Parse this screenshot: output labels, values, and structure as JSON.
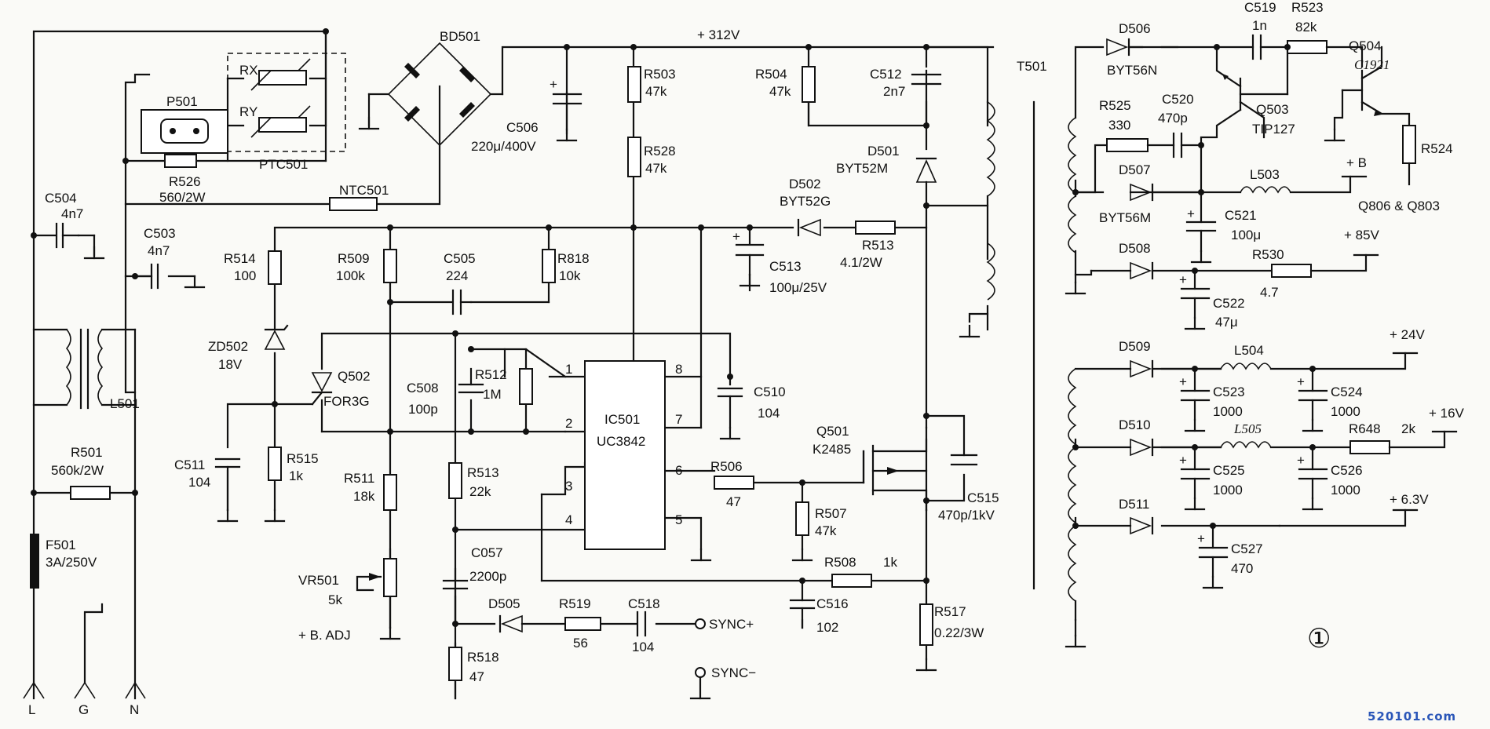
{
  "labels": {
    "bd501": "BD501",
    "v312": "+ 312V",
    "t501": "T501",
    "rx": "RX",
    "ry": "RY",
    "p501": "P501",
    "ptc501": "PTC501",
    "r526": "R526",
    "r526v": "560/2W",
    "c504": "C504",
    "c504v": "4n7",
    "c503": "C503",
    "c503v": "4n7",
    "ntc501": "NTC501",
    "c506": "C506",
    "c506v": "220μ/400V",
    "r503": "R503",
    "r503v": "47k",
    "r528": "R528",
    "r528v": "47k",
    "r504": "R504",
    "r504v": "47k",
    "c512": "C512",
    "c512v": "2n7",
    "d501": "D501",
    "d501v": "BYT52M",
    "d502": "D502",
    "d502v": "BYT52G",
    "r513a": "R513",
    "r513av": "4.1/2W",
    "c513": "C513",
    "c513v": "100μ/25V",
    "r514": "R514",
    "r514v": "100",
    "r509": "R509",
    "r509v": "100k",
    "c505": "C505",
    "c505v": "224",
    "r818": "R818",
    "r818v": "10k",
    "zd502": "ZD502",
    "zd502v": "18V",
    "q502": "Q502",
    "q502v": "FOR3G",
    "c508": "C508",
    "c508v": "100p",
    "r512": "R512",
    "r512v": "1M",
    "c510": "C510",
    "c510v": "104",
    "ic501": "IC501",
    "ic501v": "UC3842",
    "pin1": "1",
    "pin2": "2",
    "pin3": "3",
    "pin4": "4",
    "pin5": "5",
    "pin6": "6",
    "pin7": "7",
    "pin8": "8",
    "c511": "C511",
    "c511v": "104",
    "r515": "R515",
    "r515v": "1k",
    "r511": "R511",
    "r511v": "18k",
    "r513b": "R513",
    "r513bv": "22k",
    "r506": "R506",
    "r506v": "47",
    "r507": "R507",
    "r507v": "47k",
    "q501": "Q501",
    "q501v": "K2485",
    "c515": "C515",
    "c515v": "470p/1kV",
    "c057": "C057",
    "c057v": "2200p",
    "r508": "R508",
    "r508v": "1k",
    "vr501": "VR501",
    "vr501v": "5k",
    "badj": "+ B. ADJ",
    "d505": "D505",
    "r519": "R519",
    "r519v": "56",
    "c518": "C518",
    "c518v": "104",
    "sync_p": "SYNC+",
    "sync_m": "SYNC−",
    "c516": "C516",
    "c516v": "102",
    "r518": "R518",
    "r518v": "47",
    "r517": "R517",
    "r517v": "0.22/3W",
    "l501": "L501",
    "r501": "R501",
    "r501v": "560k/2W",
    "f501": "F501",
    "f501v": "3A/250V",
    "term_l": "L",
    "term_g": "G",
    "term_n": "N",
    "d506": "D506",
    "d506v": "BYT56N",
    "c519": "C519",
    "c519v": "1n",
    "r523": "R523",
    "r523v": "82k",
    "q504": "Q504",
    "q504v": "C1921",
    "r525": "R525",
    "r525v": "330",
    "c520": "C520",
    "c520v": "470p",
    "q503": "Q503",
    "q503v": "TIP127",
    "r524": "R524",
    "plusb": "+ B",
    "d507": "D507",
    "d507v": "BYT56M",
    "l503": "L503",
    "c521": "C521",
    "c521v": "100μ",
    "q806": "Q806 & Q803",
    "d508": "D508",
    "r530": "R530",
    "r530v": "4.7",
    "v85": "+ 85V",
    "c522": "C522",
    "c522v": "47μ",
    "d509": "D509",
    "l504": "L504",
    "v24": "+ 24V",
    "c523": "C523",
    "c523v": "1000",
    "c524": "C524",
    "c524v": "1000",
    "d510": "D510",
    "l505": "L505",
    "r648": "R648",
    "r648v": "2k",
    "v16": "+ 16V",
    "c525": "C525",
    "c525v": "1000",
    "c526": "C526",
    "c526v": "1000",
    "d511": "D511",
    "v63": "+ 6.3V",
    "c527": "C527",
    "c527v": "470",
    "fig": "①",
    "watermark": "520101.com"
  }
}
